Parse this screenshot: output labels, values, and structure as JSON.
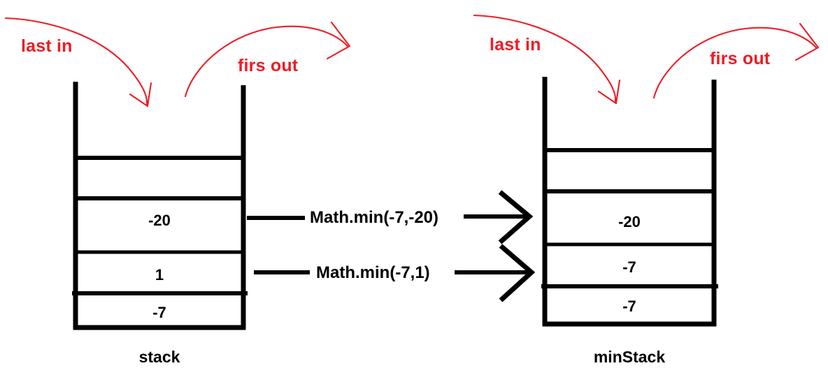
{
  "diagram": {
    "title": "stack and minStack last-in first-out diagram",
    "background_color": "#FFFFFF",
    "ink_color": "#000000",
    "annotation_color": "#ED1C24"
  },
  "stacks": [
    {
      "id": "stack",
      "caption": "stack",
      "cells": [
        {
          "value": "",
          "empty": true
        },
        {
          "value": "",
          "empty": true
        },
        {
          "value": "-20",
          "empty": false
        },
        {
          "value": "1",
          "empty": false
        },
        {
          "value": "-7",
          "empty": false
        }
      ]
    },
    {
      "id": "minStack",
      "caption": "minStack",
      "cells": [
        {
          "value": "",
          "empty": true
        },
        {
          "value": "",
          "empty": true
        },
        {
          "value": "-20",
          "empty": false
        },
        {
          "value": "-7",
          "empty": false
        },
        {
          "value": "-7",
          "empty": false
        }
      ]
    }
  ],
  "annotations": {
    "left_stack": {
      "last_in": "last in",
      "firs_out": "firs out"
    },
    "right_stack": {
      "last_in": "last in",
      "firs_out": "firs out"
    }
  },
  "connectors": [
    {
      "id": "connector-top",
      "label": "Math.min(-7,-20)",
      "from_stack": "stack",
      "from_cell_value": "-20",
      "to_stack": "minStack",
      "to_cell_value": "-20"
    },
    {
      "id": "connector-bottom",
      "label": "Math.min(-7,1)",
      "from_stack": "stack",
      "from_cell_value": "1",
      "to_stack": "minStack",
      "to_cell_value": "-7"
    }
  ]
}
